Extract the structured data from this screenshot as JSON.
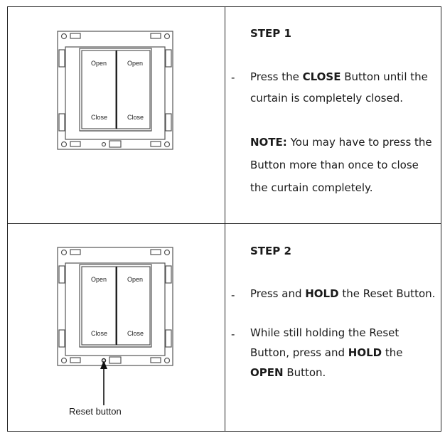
{
  "step1": {
    "title": "STEP 1",
    "instruction": {
      "pre": "Press the ",
      "bold": "CLOSE",
      "post": " Button until the curtain is completely closed."
    },
    "note": {
      "label": "NOTE:",
      "text": " You may have to press the Button more than once to close the curtain completely."
    }
  },
  "step2": {
    "title": "STEP 2",
    "bullet1": {
      "pre": "Press and ",
      "bold": "HOLD",
      "post": " the Reset Button."
    },
    "bullet2": {
      "pre": "While still holding the Reset Button, press and ",
      "bold1": "HOLD",
      "mid": " the ",
      "bold2": "OPEN",
      "post": " Button."
    }
  },
  "switch_labels": {
    "open": "Open",
    "close": "Close"
  },
  "reset_label": "Reset button"
}
